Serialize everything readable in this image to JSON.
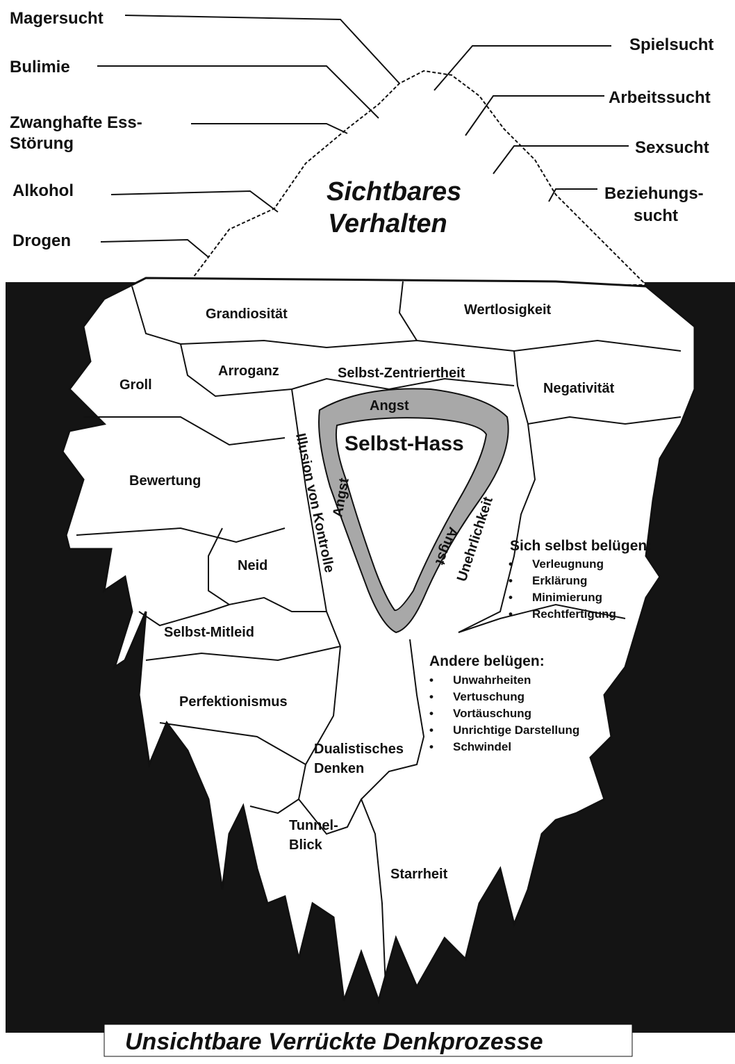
{
  "title_bottom": "Unsichtbare Verrückte Denkprozesse",
  "tip_title": [
    "Sichtbares",
    "Verhalten"
  ],
  "visible_labels": {
    "magersucht": "Magersucht",
    "bulimie": "Bulimie",
    "zwanghafte_1": "Zwanghafte Ess-",
    "zwanghafte_2": "Störung",
    "alkohol": "Alkohol",
    "drogen": "Drogen",
    "spielsucht": "Spielsucht",
    "arbeitssucht": "Arbeitssucht",
    "sexsucht": "Sexsucht",
    "beziehungs_1": "Beziehungs-",
    "beziehungs_2": "sucht"
  },
  "areas": {
    "grandiositaet": "Grandiosität",
    "wertlosigkeit": "Wertlosigkeit",
    "arroganz": "Arroganz",
    "selbst_zentriertheit": "Selbst-Zentriertheit",
    "groll": "Groll",
    "negativitaet": "Negativität",
    "angst_top": "Angst",
    "selbst_hass": "Selbst-Hass",
    "bewertung": "Bewertung",
    "illusion": "Illusion von Kontrolle",
    "angst_left": "Angst",
    "angst_right": "Angst",
    "unehrlichkeit": "Unehrlichkeit",
    "neid": "Neid",
    "selbst_mitleid": "Selbst-Mitleid",
    "perfektionismus": "Perfektionismus",
    "dualistisch_1": "Dualistisches",
    "dualistisch_2": "Denken",
    "tunnel_1": "Tunnel-",
    "tunnel_2": "Blick",
    "starrheit": "Starrheit"
  },
  "lists": {
    "sich_selbst": {
      "title": "Sich selbst belügen:",
      "items": [
        "Verleugnung",
        "Erklärung",
        "Minimierung",
        "Rechtfertigung"
      ]
    },
    "andere": {
      "title": "Andere belügen:",
      "items": [
        "Unwahrheiten",
        "Vertuschung",
        "Vortäuschung",
        "Unrichtige Darstellung",
        "Schwindel"
      ]
    }
  },
  "colors": {
    "water": "#141414",
    "ice": "#ffffff",
    "line": "#111111",
    "angst_band": "#a8a8a8"
  }
}
